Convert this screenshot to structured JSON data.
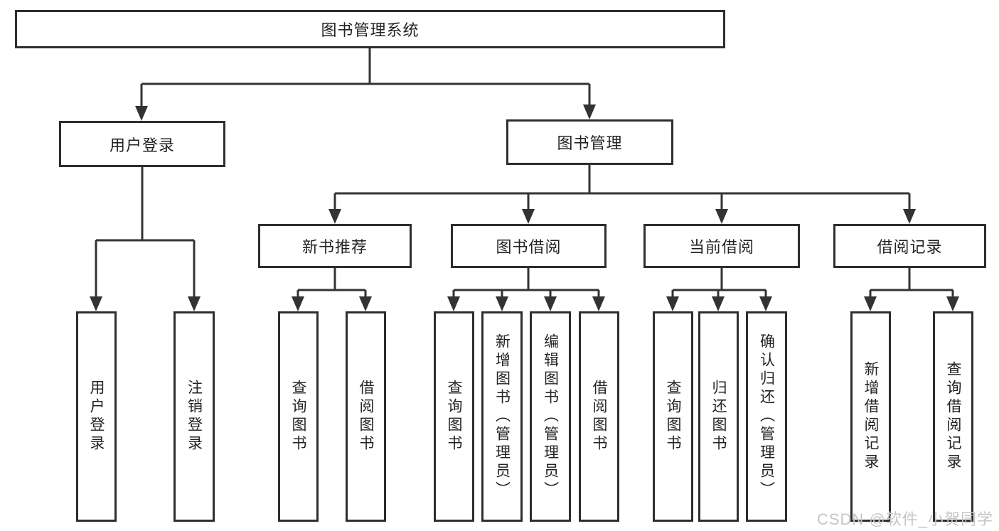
{
  "root": {
    "label": "图书管理系统"
  },
  "branches": {
    "user": {
      "label": "用户登录",
      "children": [
        {
          "label": "用户登录"
        },
        {
          "label": "注销登录"
        }
      ]
    },
    "book": {
      "label": "图书管理",
      "groups": [
        {
          "label": "新书推荐",
          "children": [
            {
              "label": "查询图书"
            },
            {
              "label": "借阅图书"
            }
          ]
        },
        {
          "label": "图书借阅",
          "children": [
            {
              "label": "查询图书"
            },
            {
              "label": "新增图书（管理员）"
            },
            {
              "label": "编辑图书（管理员）"
            },
            {
              "label": "借阅图书"
            }
          ]
        },
        {
          "label": "当前借阅",
          "children": [
            {
              "label": "查询图书"
            },
            {
              "label": "归还图书"
            },
            {
              "label": "确认归还（管理员）"
            }
          ]
        },
        {
          "label": "借阅记录",
          "children": [
            {
              "label": "新增借阅记录"
            },
            {
              "label": "查询借阅记录"
            }
          ]
        }
      ]
    }
  },
  "watermark": {
    "text": "CSDN @软件_小贺同学"
  },
  "colors": {
    "line": "#333333",
    "box_border": "#2e2e2e",
    "text": "#232323",
    "watermark": "#c6c6c6",
    "background": "#ffffff"
  }
}
